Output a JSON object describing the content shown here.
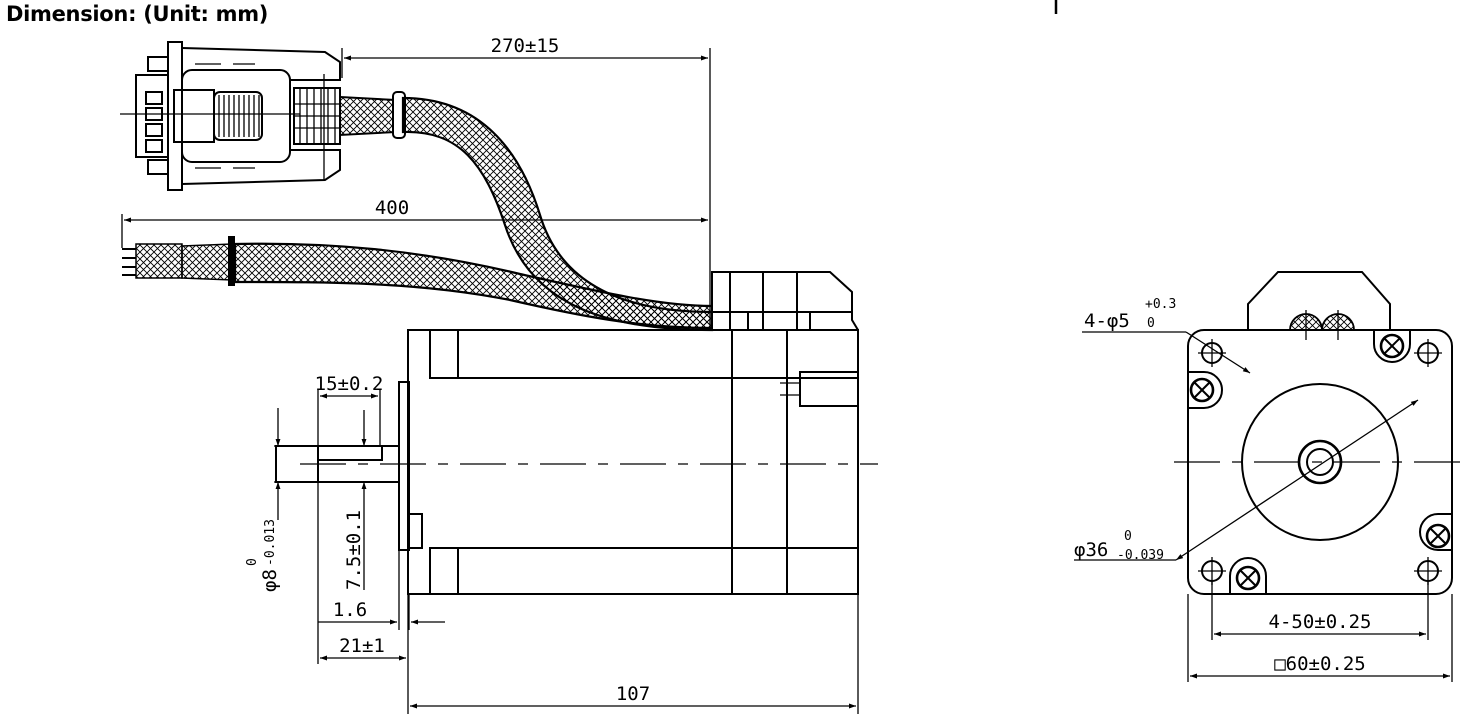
{
  "title": "Dimension: (Unit: mm)",
  "dimensions": {
    "cable_encoder": "270±15",
    "cable_power": "400",
    "shaft_key_length": "15±0.2",
    "shaft_diameter_main": "φ8",
    "shaft_diameter_tol_upper": "0",
    "shaft_diameter_tol_lower": "-0.013",
    "key_height": "7.5±0.1",
    "flange_thickness": "1.6",
    "shaft_length": "21±1",
    "body_length": "107",
    "hole_main": "4-φ5",
    "hole_tol_upper": "+0.3",
    "hole_tol_lower": "0",
    "pilot_main": "φ36",
    "pilot_tol_upper": "0",
    "pilot_tol_lower": "-0.039",
    "hole_pitch": "4-50±0.25",
    "square_main": "□60±0.25"
  },
  "colors": {
    "line": "#000000",
    "background": "#ffffff"
  }
}
